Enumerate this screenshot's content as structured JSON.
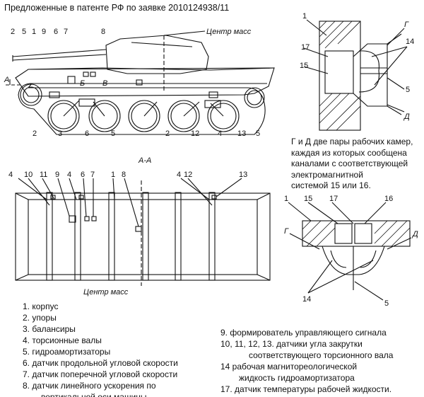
{
  "title": "Предложенные в патенте РФ по заявке 2010124938/11",
  "labels": {
    "center_mass": "Центр масс",
    "section": "А-А",
    "a": "А",
    "b": "Б",
    "v": "В",
    "g": "Г",
    "d": "Д"
  },
  "gd_note": [
    "Г и Д две пары рабочих камер,",
    "каждая из которых сообщена",
    "каналами с соответствующей",
    "электромагнитной",
    "системой 15 или 16."
  ],
  "legend_left": [
    "1. корпус",
    "2. упоры",
    "3. балансиры",
    "4. торсионные валы",
    "5. гидроамортизаторы",
    "6. датчик продольной угловой скорости",
    "7. датчик поперечной угловой скорости",
    "8. датчик линейного ускорения по",
    "вертикальной оси машины"
  ],
  "legend_right": [
    "9. формирователь управляющего сигнала",
    "10, 11, 12, 13. датчики угла закрутки",
    "соответствующего торсионного вала",
    "14 рабочая магнитореологической",
    "жидкость гидроамортизатора",
    "17. датчик температуры рабочей жидкости."
  ],
  "side_callouts": [
    "2",
    "5",
    "1",
    "9",
    "6",
    "7",
    "8",
    "2",
    "3",
    "6",
    "5",
    "2",
    "12",
    "4",
    "13",
    "5"
  ],
  "plan_callouts": [
    "4",
    "10",
    "11",
    "9",
    "4",
    "6",
    "7",
    "1",
    "8",
    "4",
    "12",
    "13"
  ],
  "top_detail_callouts": [
    "1",
    "Г",
    "17",
    "14",
    "15",
    "5",
    "Д"
  ],
  "bottom_detail_callouts": [
    "1",
    "15",
    "17",
    "16",
    "Г",
    "Д",
    "14",
    "5"
  ]
}
